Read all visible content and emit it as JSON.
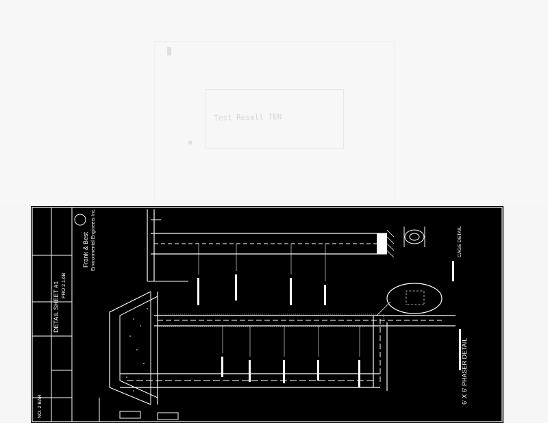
{
  "document": {
    "company": "Frank & Best",
    "company_sub": "Environmental Engineers Inc.",
    "sheet_title": "DETAIL SHEET #1",
    "sheet_code": "PRO 2 1.6B",
    "drawing_title": "6' X 6' PHASER DETAIL",
    "small_note_left": "NO. 2 BAR",
    "label_cage": "CAGE DETAIL"
  },
  "colors": {
    "background": "#f6f6f6",
    "sheet": "#000000",
    "ink": "#ffffff"
  }
}
